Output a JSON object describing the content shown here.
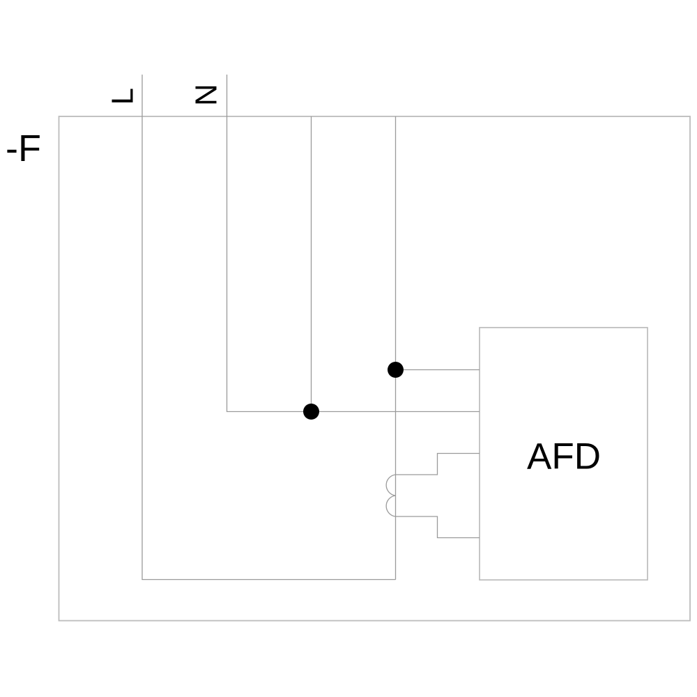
{
  "diagram": {
    "type": "electrical-schematic",
    "device_label": "-F",
    "terminals": [
      {
        "id": "line",
        "label": "L"
      },
      {
        "id": "neutral",
        "label": "N"
      }
    ],
    "module": {
      "label": "AFD"
    }
  },
  "colors": {
    "background": "#ffffff",
    "wire": "#9a9a9a",
    "enclosure_border": "#bcbcbc",
    "module_border": "#b7b7b7",
    "junction": "#000000",
    "text": "#000000"
  }
}
